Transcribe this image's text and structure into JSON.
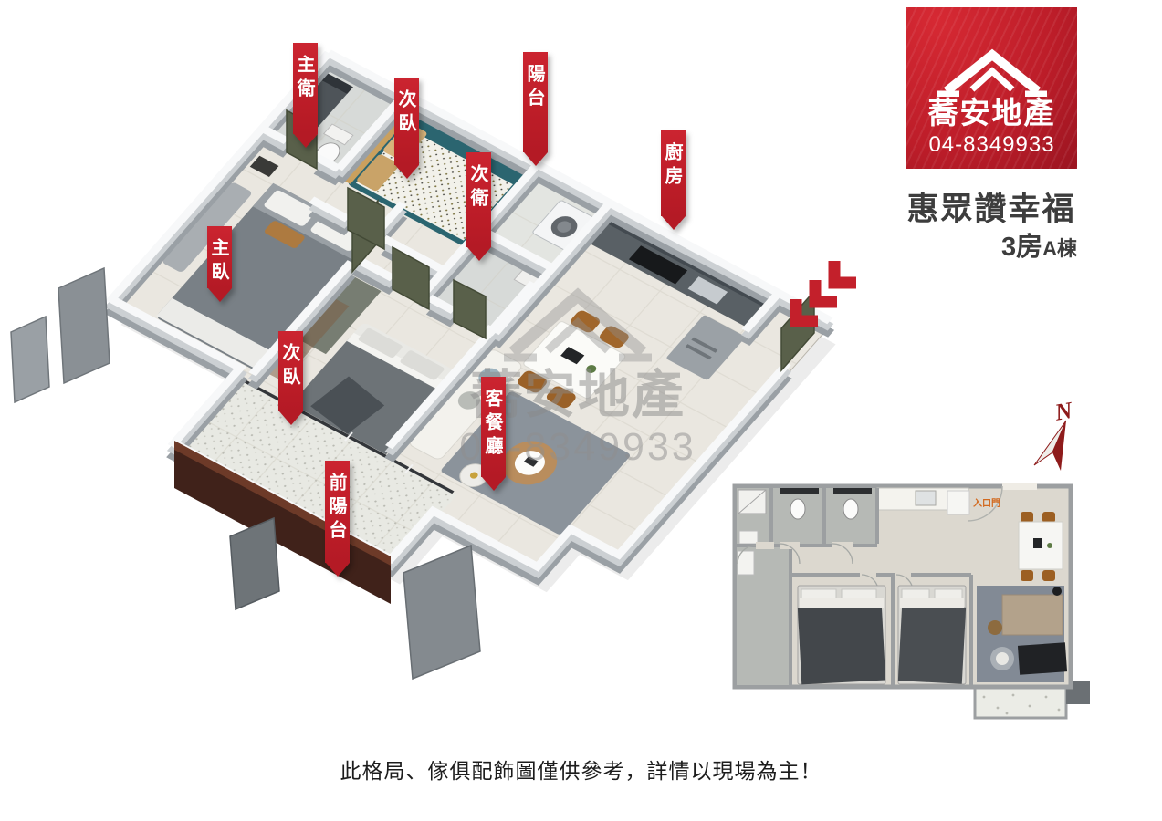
{
  "brand": {
    "name": "蕎安地產",
    "phone": "04-8349933",
    "logo_icon": "house-roof-icon",
    "logo_bg_color": "#bd1d29"
  },
  "listing": {
    "title": "惠眾讚幸福",
    "rooms": "3房",
    "building": "A棟"
  },
  "room_labels": [
    {
      "label": "主衛"
    },
    {
      "label": "次臥"
    },
    {
      "label": "陽台"
    },
    {
      "label": "次衛"
    },
    {
      "label": "廚房"
    },
    {
      "label": "主臥"
    },
    {
      "label": "次臥"
    },
    {
      "label": "客餐廳"
    },
    {
      "label": "前陽台"
    }
  ],
  "entrance_arrows": {
    "icon": "triple-chevron-arrow-icon",
    "color": "#c3202b"
  },
  "floorplan_2d": {
    "entrance_label": "入口門",
    "entrance_label_color": "#d2691e"
  },
  "compass": {
    "label": "N",
    "icon": "north-compass-needle-icon",
    "color": "#8e1b1b"
  },
  "watermark": {
    "name": "蕎安地產",
    "phone": "04-8349933",
    "icon": "house-roof-icon"
  },
  "disclaimer": {
    "text": "此格局、傢俱配飾圖僅供參考，詳情以現場為主！"
  },
  "colors": {
    "label_red": "#c3202b",
    "door_olive": "#59604a",
    "wall_white": "#f7f8f9",
    "floor_tile": "#eae7e0",
    "railing_brown": "#40221a"
  }
}
